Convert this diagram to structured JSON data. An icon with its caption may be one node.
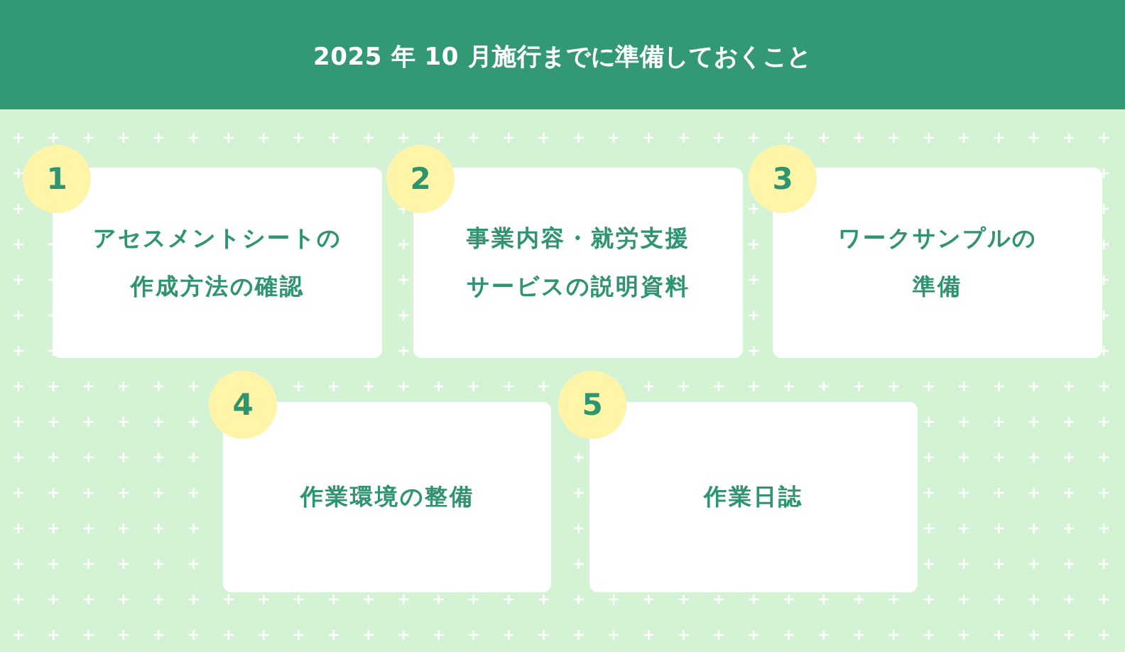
{
  "diagram": {
    "title": "2025 年 10 月施行までに準備しておくこと",
    "nodes": [
      {
        "text": [
          "1"
        ]
      },
      {
        "text": [
          "アセスメントシートの作成方法の確認"
        ]
      },
      {
        "text": [
          "2"
        ]
      },
      {
        "text": [
          "事業内容・就労支援サービスの説明資料"
        ]
      },
      {
        "text": [
          "3"
        ]
      },
      {
        "text": [
          "ワークサンプルの準備"
        ]
      },
      {
        "text": [
          "4"
        ]
      },
      {
        "text": [
          "作業環境の整備"
        ]
      },
      {
        "text": [
          "5"
        ]
      },
      {
        "text": [
          "作業日誌"
        ]
      }
    ]
  }
}
